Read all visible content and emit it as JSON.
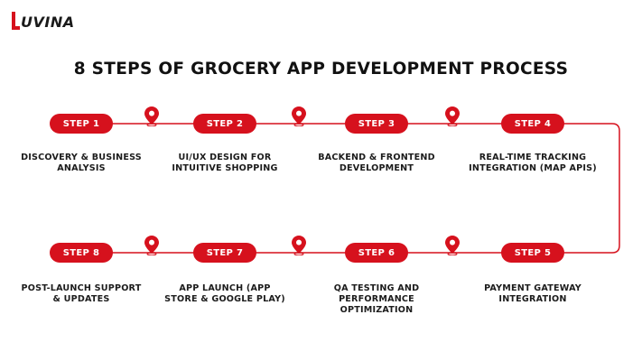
{
  "brand": {
    "logo_text": "UVINA",
    "accent": "#d6111d"
  },
  "title": "8 STEPS OF GROCERY APP DEVELOPMENT PROCESS",
  "steps": [
    {
      "label": "STEP 1",
      "desc": [
        "DISCOVERY & BUSINESS",
        "ANALYSIS"
      ]
    },
    {
      "label": "STEP 2",
      "desc": [
        "UI/UX DESIGN FOR",
        "INTUITIVE SHOPPING"
      ]
    },
    {
      "label": "STEP 3",
      "desc": [
        "BACKEND & FRONTEND",
        "DEVELOPMENT"
      ]
    },
    {
      "label": "STEP 4",
      "desc": [
        "REAL-TIME TRACKING",
        "INTEGRATION (MAP APIS)"
      ]
    },
    {
      "label": "STEP 5",
      "desc": [
        "PAYMENT GATEWAY",
        "INTEGRATION"
      ]
    },
    {
      "label": "STEP 6",
      "desc": [
        "QA TESTING AND",
        "PERFORMANCE",
        "OPTIMIZATION"
      ]
    },
    {
      "label": "STEP 7",
      "desc": [
        "APP LAUNCH (APP",
        "STORE & GOOGLE PLAY)"
      ]
    },
    {
      "label": "STEP 8",
      "desc": [
        "POST-LAUNCH SUPPORT",
        "& UPDATES"
      ]
    }
  ],
  "pin_icon": "location-pin-icon"
}
